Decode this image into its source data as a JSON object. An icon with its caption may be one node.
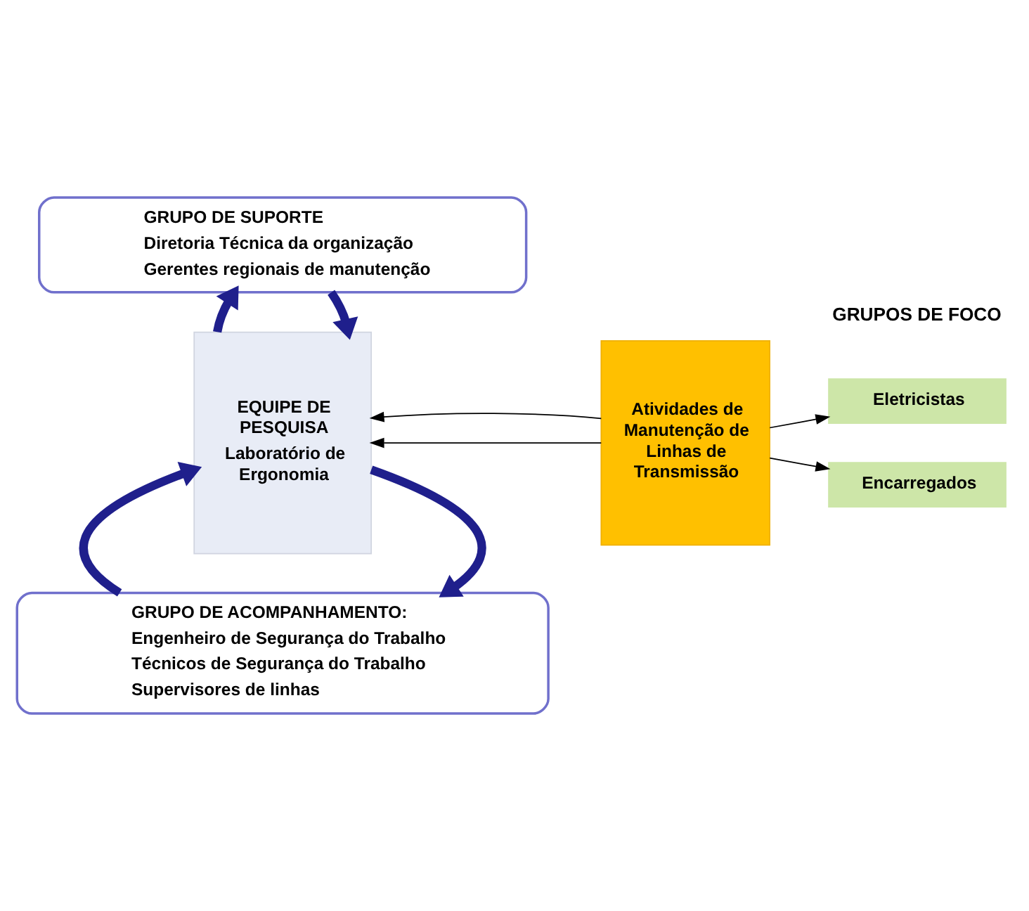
{
  "diagram": {
    "nodes": [
      {
        "text": [
          "GRUPO DE SUPORTE",
          "Diretoria Técnica da organização",
          "Gerentes regionais de manutenção"
        ]
      },
      {
        "text": [
          "EQUIPE DE PESQUISA",
          "Laboratório de Ergonomia"
        ]
      },
      {
        "text": [
          "Atividades de Manutenção de Linhas de Transmissão"
        ]
      },
      {
        "text": [
          "Eletricistas"
        ]
      },
      {
        "text": [
          "Encarregados"
        ]
      },
      {
        "text": [
          "GRUPO DE ACOMPANHAMENTO:",
          "Engenheiro de Segurança do Trabalho",
          "Técnicos de Segurança do Trabalho",
          "Supervisores de linhas"
        ]
      }
    ],
    "edges": [
      {
        "from": 0,
        "to": 1,
        "arrow": "to",
        "style": "thick",
        "color": "#1f1f8c"
      },
      {
        "from": 1,
        "to": 0,
        "arrow": "to",
        "style": "thick",
        "color": "#1f1f8c"
      },
      {
        "from": 2,
        "to": 1,
        "arrow": "to",
        "color": "#000000"
      },
      {
        "from": 2,
        "to": 3,
        "arrow": "to",
        "color": "#000000"
      },
      {
        "from": 2,
        "to": 1,
        "arrow": "to",
        "color": "#000000"
      },
      {
        "from": 2,
        "to": 4,
        "arrow": "to",
        "color": "#000000"
      },
      {
        "from": 1,
        "to": 5,
        "arrow": "to",
        "style": "thick",
        "color": "#1f1f8c"
      },
      {
        "from": 5,
        "to": 1,
        "arrow": "to",
        "style": "thick",
        "color": "#1f1f8c"
      }
    ],
    "labels": [
      "GRUPOS DE FOCO"
    ]
  }
}
